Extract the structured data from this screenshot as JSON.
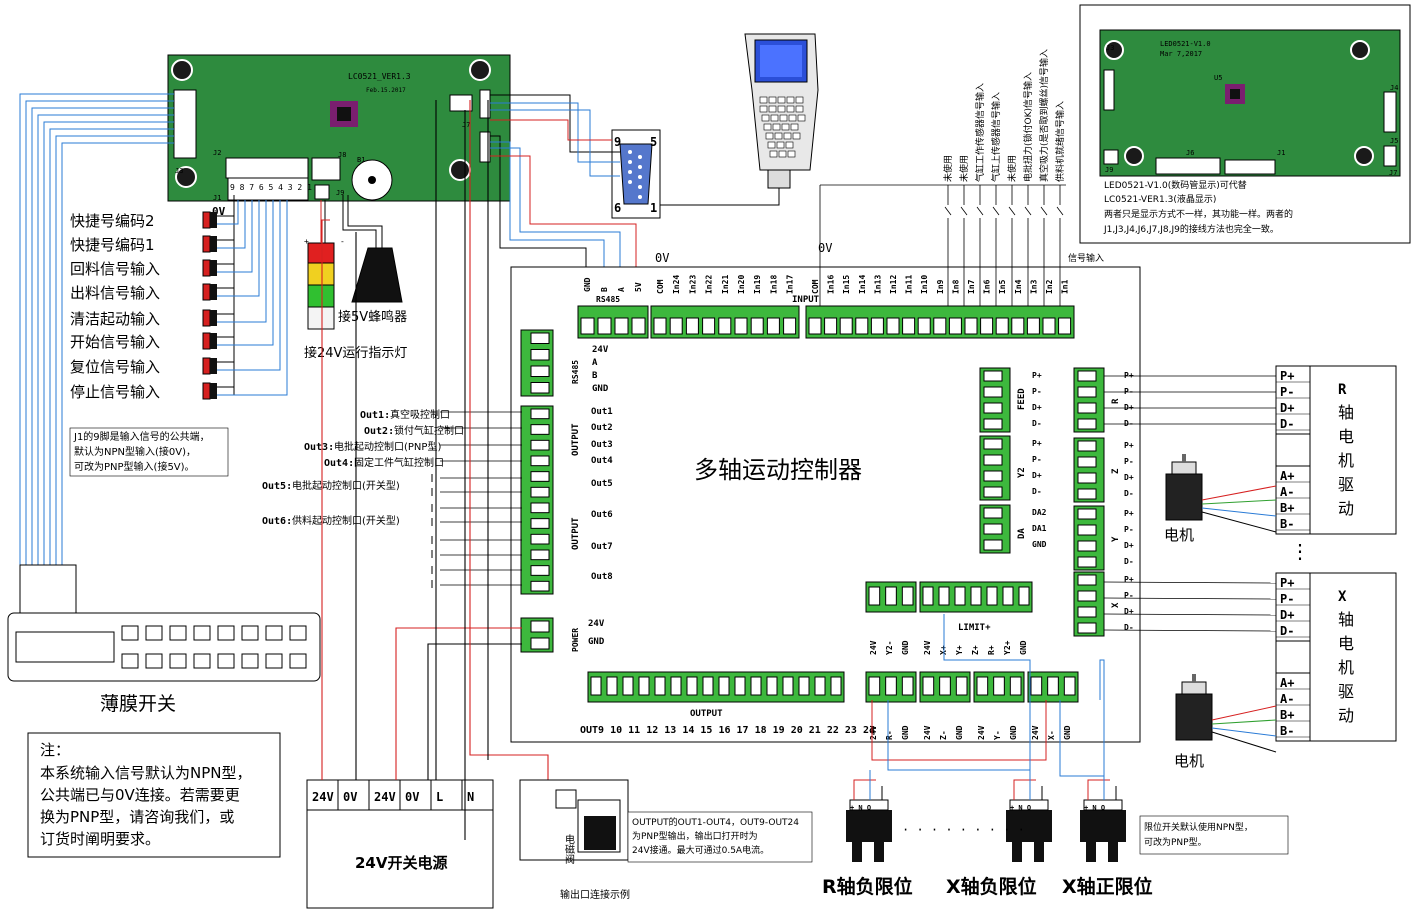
{
  "boards": {
    "main_board_label": "LC0521_VER1.3",
    "main_board_date": "Feb.15.2017",
    "main_board_j2": "J2",
    "main_board_j3": "J3",
    "main_board_j1": "J1",
    "main_board_j7": "J7",
    "main_board_j8": "J8",
    "main_board_j9": "J9",
    "main_board_b1": "B1",
    "main_board_pins": "9 8 7 6 5 4 3 2 1",
    "led_board_label": "LED0521-V1.0",
    "led_board_date": "Mar 7,2017",
    "led_board_j3": "J3",
    "led_board_u5": "U5",
    "led_board_j4": "J4",
    "led_board_j5": "J5",
    "led_board_j9": "J9",
    "led_board_j6": "J6",
    "led_board_j1": "J1",
    "led_board_j7": "J7",
    "led_note_1": "LED0521-V1.0(数码管显示)可代替",
    "led_note_2": "LC0521-VER1.3(液晶显示)",
    "led_note_3": "两者只是显示方式不一样，其功能一样。两者的",
    "led_note_4": "J1,J3,J4,J6,J7,J8,J9的接线方法也完全一致。"
  },
  "left_inputs": [
    "快捷号编码2",
    "快捷号编码1",
    "回料信号输入",
    "出料信号输入",
    "清洁起动输入",
    "开始信号输入",
    "复位信号输入",
    "停止信号输入"
  ],
  "zero_v_label": "0V",
  "j1_note": [
    "J1的9脚是输入信号的公共端，",
    "默认为NPN型输入(接0V)，",
    "可改为PNP型输入(接5V)。"
  ],
  "membrane_label": "薄膜开关",
  "note": {
    "title": "注：",
    "lines": [
      "本系统输入信号默认为NPN型，",
      "公共端已与0V连接。若需要更",
      "换为PNP型，请咨询我们，或",
      "订货时阐明要求。"
    ]
  },
  "light_label": "接24V运行指示灯",
  "buzzer_label": "接5V蜂鸣器",
  "db9": {
    "pin9": "9",
    "pin5": "5",
    "pin6": "6",
    "pin1": "1"
  },
  "controller": {
    "title": "多轴运动控制器",
    "rs485_top": [
      "GND",
      "B",
      "A",
      "5V"
    ],
    "rs485_top_label": "RS485",
    "com_label": "COM",
    "inputs_left": [
      "In24",
      "In23",
      "In22",
      "In21",
      "In20",
      "In19",
      "In18",
      "In17"
    ],
    "inputs_right": [
      "In16",
      "In15",
      "In14",
      "In13",
      "In12",
      "In11",
      "In10",
      "In9",
      "In8",
      "In7",
      "In6",
      "In5",
      "In4",
      "In3",
      "In2",
      "In1"
    ],
    "input_label": "INPUT",
    "zero_v_a": "0V",
    "zero_v_b": "0V",
    "signal_input": "信号输入",
    "rs485_side": [
      "24V",
      "A",
      "B",
      "GND"
    ],
    "rs485_side_label": "RS485",
    "output_side_label": "OUTPUT",
    "out_pins": [
      "Out1",
      "Out2",
      "Out3",
      "Out4",
      "Out5",
      "Out6",
      "Out7",
      "Out8"
    ],
    "power_label": "POWER",
    "power_pins": [
      "24V",
      "GND"
    ],
    "feed_label": "FEED",
    "feed_pins": [
      "P+",
      "P-",
      "D+",
      "D-"
    ],
    "y2_label": "Y2",
    "y2_pins": [
      "P+",
      "P-",
      "D+",
      "D-"
    ],
    "da_label": "DA",
    "da_pins": [
      "DA2",
      "DA1",
      "GND"
    ],
    "r_label": "R",
    "r_pins": [
      "P+",
      "P-",
      "D+",
      "D-"
    ],
    "z_label": "Z",
    "z_pins": [
      "P+",
      "P-",
      "D+",
      "D-"
    ],
    "y_label": "Y",
    "y_pins": [
      "P+",
      "P-",
      "D+",
      "D-"
    ],
    "x_label": "X",
    "x_pins": [
      "P+",
      "P-",
      "D+",
      "D-"
    ],
    "y2_bottom": [
      "24V",
      "Y2-",
      "GND"
    ],
    "limit_label": "LIMIT+",
    "limit_pins": [
      "24V",
      "X+",
      "Y+",
      "Z+",
      "R+",
      "Y2+",
      "GND"
    ],
    "output_bottom_label": "OUTPUT",
    "output_bottom_pins": "OUT9 10 11 12 13 14 15 16 17 18 19 20 21 22 23 24",
    "r_minus": [
      "24V",
      "R-",
      "GND"
    ],
    "z_minus": [
      "24V",
      "Z-",
      "GND"
    ],
    "y_minus": [
      "24V",
      "Y-",
      "GND"
    ],
    "x_minus": [
      "24V",
      "X-",
      "GND"
    ]
  },
  "out_labels": [
    {
      "tag": "Out1:",
      "text": "真空吸控制口"
    },
    {
      "tag": "Out2:",
      "text": "锁付气缸控制口"
    },
    {
      "tag": "Out3:",
      "text": "电批起动控制口(PNP型)"
    },
    {
      "tag": "Out4:",
      "text": "固定工件气缸控制口"
    },
    {
      "tag": "Out5:",
      "text": "电批起动控制口(开关型)"
    },
    {
      "tag": "Out6:",
      "text": "供料起动控制口(开关型)"
    }
  ],
  "input_signals": [
    "未使用",
    "未使用",
    "气缸工作传感器信号输入",
    "气缸上传感器信号输入",
    "未使用",
    "电批扭力(锁付OK)信号输入",
    "真空吸力(是否取到螺丝)信号输入",
    "供料机就绪信号输入"
  ],
  "drivers": {
    "r_title": "R",
    "r_text": [
      "轴",
      "电",
      "机",
      "驱",
      "动"
    ],
    "x_title": "X",
    "x_text": [
      "轴",
      "电",
      "机",
      "驱",
      "动"
    ],
    "pins_top": [
      "P+",
      "P-",
      "D+",
      "D-"
    ],
    "pins_bottom": [
      "A+",
      "A-",
      "B+",
      "B-"
    ],
    "motor_label": "电机",
    "dots": "⋮"
  },
  "power_supply": {
    "terminals": [
      "24V",
      "0V",
      "24V",
      "0V",
      "L",
      "N"
    ],
    "label": "24V开关电源"
  },
  "valve": {
    "label_v": "电磁阀",
    "example": "输出口连接示例",
    "note": [
      "OUTPUT的OUT1-OUT4，OUT9-OUT24",
      "为PNP型输出，输出口打开时为",
      "24V接通。最大可通过0.5A电流。"
    ]
  },
  "limits": {
    "r_neg": "R轴负限位",
    "x_neg": "X轴负限位",
    "x_pos": "X轴正限位",
    "dotted": "· · · · · · · · ·",
    "note": [
      "限位开关默认使用NPN型，",
      "可改为PNP型。"
    ]
  },
  "colors": {
    "pcb": "#2e8b3e",
    "terminal": "#3db83d",
    "red_wire": "#d62020",
    "blue_wire": "#2a7bd6",
    "black": "#000000"
  }
}
